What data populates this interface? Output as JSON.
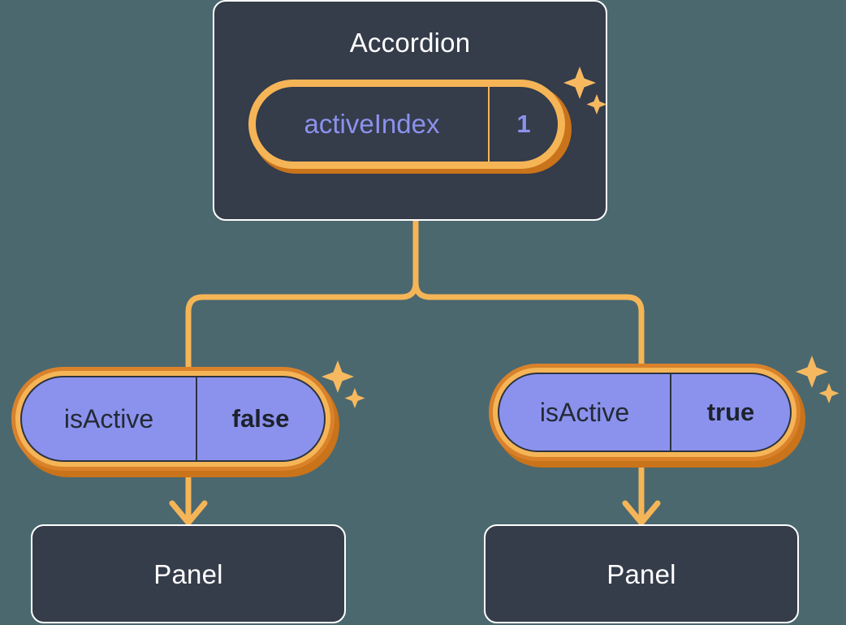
{
  "diagram": {
    "title_visible": false,
    "background_color": "#4b686f",
    "accent_orange": "#f5b557",
    "accent_orange_dark": "#c9731a",
    "node_dark": "#353c4a",
    "state_purple": "#8b92ed",
    "border_white": "#ffffff"
  },
  "root": {
    "name": "Accordion",
    "state": {
      "key": "activeIndex",
      "value": "1",
      "key_color": "#8b92ed",
      "value_color": "#8b92ed",
      "highlight": true
    },
    "sparkle_icon": "sparkles-icon"
  },
  "children": [
    {
      "id": "left",
      "state": {
        "key": "isActive",
        "value": "false",
        "key_color": "#242a36",
        "value_color": "#1d222c",
        "highlight": true
      },
      "sparkle_icon": "sparkles-icon",
      "panel": {
        "name": "Panel"
      },
      "arrow_icon": "arrow-down-icon"
    },
    {
      "id": "right",
      "state": {
        "key": "isActive",
        "value": "true",
        "key_color": "#242a36",
        "value_color": "#1d222c",
        "highlight": true
      },
      "sparkle_icon": "sparkles-icon",
      "panel": {
        "name": "Panel"
      },
      "arrow_icon": "arrow-down-icon"
    }
  ]
}
